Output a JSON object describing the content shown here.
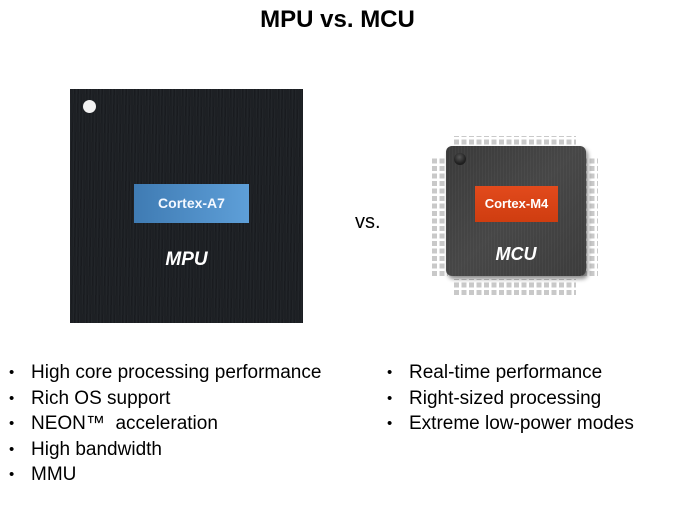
{
  "title": "MPU vs. MCU",
  "vs_label": "vs.",
  "mpu": {
    "core_label": "Cortex-A7",
    "chip_label": "MPU",
    "core_color": "#4f8fcb",
    "body_color": "#1d2024"
  },
  "mcu": {
    "core_label": "Cortex-M4",
    "chip_label": "MCU",
    "core_color": "#d9441a",
    "body_color": "#404040"
  },
  "mpu_features": [
    "High core processing performance",
    "Rich OS support",
    "NEON™  acceleration",
    "High bandwidth",
    "MMU"
  ],
  "mcu_features": [
    "Real-time performance",
    "Right-sized processing",
    "Extreme low-power modes"
  ],
  "bullet_symbol": "•"
}
